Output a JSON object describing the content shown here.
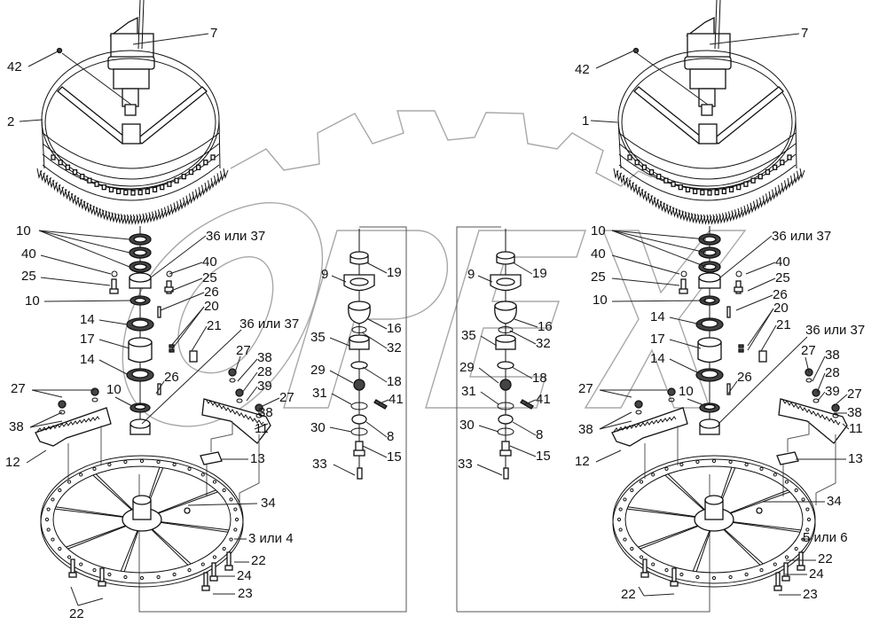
{
  "diagram": {
    "title": "Exploded view: rotary cutter assemblies (left and right) with spindle hub",
    "watermark": "ОРЕХ",
    "left_assembly": {
      "callouts": [
        {
          "id": "l-7",
          "text": "7"
        },
        {
          "id": "l-42",
          "text": "42"
        },
        {
          "id": "l-2",
          "text": "2"
        },
        {
          "id": "l-10a",
          "text": "10"
        },
        {
          "id": "l-36a",
          "text": "36 или 37"
        },
        {
          "id": "l-40a",
          "text": "40"
        },
        {
          "id": "l-40b",
          "text": "40"
        },
        {
          "id": "l-25a",
          "text": "25"
        },
        {
          "id": "l-25b",
          "text": "25"
        },
        {
          "id": "l-10b",
          "text": "10"
        },
        {
          "id": "l-26a",
          "text": "26"
        },
        {
          "id": "l-20",
          "text": "20"
        },
        {
          "id": "l-21",
          "text": "21"
        },
        {
          "id": "l-14a",
          "text": "14"
        },
        {
          "id": "l-36b",
          "text": "36 или 37"
        },
        {
          "id": "l-17",
          "text": "17"
        },
        {
          "id": "l-14b",
          "text": "14"
        },
        {
          "id": "l-27a",
          "text": "27"
        },
        {
          "id": "l-38a",
          "text": "38"
        },
        {
          "id": "l-28",
          "text": "28"
        },
        {
          "id": "l-26b",
          "text": "26"
        },
        {
          "id": "l-39",
          "text": "39"
        },
        {
          "id": "l-27b",
          "text": "27"
        },
        {
          "id": "l-10c",
          "text": "10"
        },
        {
          "id": "l-27c",
          "text": "27"
        },
        {
          "id": "l-38b",
          "text": "38"
        },
        {
          "id": "l-38c",
          "text": "38"
        },
        {
          "id": "l-11",
          "text": "11"
        },
        {
          "id": "l-12",
          "text": "12"
        },
        {
          "id": "l-13",
          "text": "13"
        },
        {
          "id": "l-34",
          "text": "34"
        },
        {
          "id": "l-3",
          "text": "3 или 4"
        },
        {
          "id": "l-22a",
          "text": "22"
        },
        {
          "id": "l-24",
          "text": "24"
        },
        {
          "id": "l-23",
          "text": "23"
        },
        {
          "id": "l-22b",
          "text": "22"
        }
      ]
    },
    "center_left": {
      "callouts": [
        {
          "id": "c1-19",
          "text": "19"
        },
        {
          "id": "c1-9",
          "text": "9"
        },
        {
          "id": "c1-16",
          "text": "16"
        },
        {
          "id": "c1-35",
          "text": "35"
        },
        {
          "id": "c1-32",
          "text": "32"
        },
        {
          "id": "c1-29",
          "text": "29"
        },
        {
          "id": "c1-18",
          "text": "18"
        },
        {
          "id": "c1-31",
          "text": "31"
        },
        {
          "id": "c1-41",
          "text": "41"
        },
        {
          "id": "c1-30",
          "text": "30"
        },
        {
          "id": "c1-8",
          "text": "8"
        },
        {
          "id": "c1-33",
          "text": "33"
        },
        {
          "id": "c1-15",
          "text": "15"
        }
      ]
    },
    "center_right": {
      "callouts": [
        {
          "id": "c2-19",
          "text": "19"
        },
        {
          "id": "c2-9",
          "text": "9"
        },
        {
          "id": "c2-16",
          "text": "16"
        },
        {
          "id": "c2-35",
          "text": "35"
        },
        {
          "id": "c2-32",
          "text": "32"
        },
        {
          "id": "c2-29",
          "text": "29"
        },
        {
          "id": "c2-18",
          "text": "18"
        },
        {
          "id": "c2-31",
          "text": "31"
        },
        {
          "id": "c2-41",
          "text": "41"
        },
        {
          "id": "c2-30",
          "text": "30"
        },
        {
          "id": "c2-8",
          "text": "8"
        },
        {
          "id": "c2-33",
          "text": "33"
        },
        {
          "id": "c2-15",
          "text": "15"
        }
      ]
    },
    "right_assembly": {
      "callouts": [
        {
          "id": "r-7",
          "text": "7"
        },
        {
          "id": "r-42",
          "text": "42"
        },
        {
          "id": "r-1",
          "text": "1"
        },
        {
          "id": "r-10a",
          "text": "10"
        },
        {
          "id": "r-36a",
          "text": "36 или 37"
        },
        {
          "id": "r-40a",
          "text": "40"
        },
        {
          "id": "r-40b",
          "text": "40"
        },
        {
          "id": "r-25a",
          "text": "25"
        },
        {
          "id": "r-25b",
          "text": "25"
        },
        {
          "id": "r-10b",
          "text": "10"
        },
        {
          "id": "r-26a",
          "text": "26"
        },
        {
          "id": "r-20",
          "text": "20"
        },
        {
          "id": "r-21",
          "text": "21"
        },
        {
          "id": "r-14a",
          "text": "14"
        },
        {
          "id": "r-36b",
          "text": "36 или 37"
        },
        {
          "id": "r-17",
          "text": "17"
        },
        {
          "id": "r-14b",
          "text": "14"
        },
        {
          "id": "r-27a",
          "text": "27"
        },
        {
          "id": "r-38a",
          "text": "38"
        },
        {
          "id": "r-28",
          "text": "28"
        },
        {
          "id": "r-26b",
          "text": "26"
        },
        {
          "id": "r-39",
          "text": "39"
        },
        {
          "id": "r-27b",
          "text": "27"
        },
        {
          "id": "r-10c",
          "text": "10"
        },
        {
          "id": "r-27c",
          "text": "27"
        },
        {
          "id": "r-38b",
          "text": "38"
        },
        {
          "id": "r-38c",
          "text": "38"
        },
        {
          "id": "r-11",
          "text": "11"
        },
        {
          "id": "r-12",
          "text": "12"
        },
        {
          "id": "r-13",
          "text": "13"
        },
        {
          "id": "r-34",
          "text": "34"
        },
        {
          "id": "r-5",
          "text": "5 или 6"
        },
        {
          "id": "r-22a",
          "text": "22"
        },
        {
          "id": "r-24",
          "text": "24"
        },
        {
          "id": "r-23",
          "text": "23"
        },
        {
          "id": "r-22b",
          "text": "22"
        }
      ]
    }
  }
}
